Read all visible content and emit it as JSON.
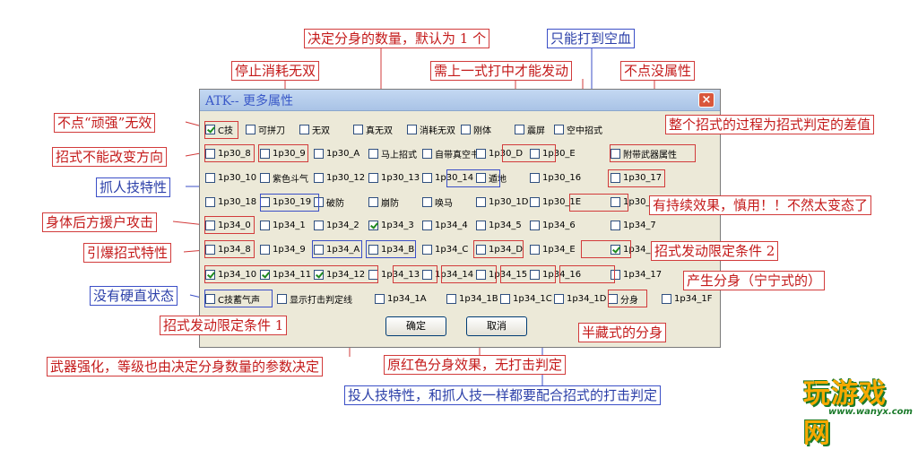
{
  "dialog": {
    "title": "ATK-- 更多属性",
    "close_icon": "×",
    "ok_label": "确定",
    "cancel_label": "取消",
    "rows": [
      [
        {
          "label": "C技",
          "checked": true
        },
        {
          "label": "可拼刀",
          "checked": false
        },
        {
          "label": "无双",
          "checked": false
        },
        {
          "label": "真无双",
          "checked": false
        },
        {
          "label": "消耗无双",
          "checked": false
        },
        {
          "label": "刚体",
          "checked": false
        },
        {
          "label": "震屏",
          "checked": false
        },
        {
          "label": "空中招式",
          "checked": false
        }
      ],
      [
        {
          "label": "1p30_8",
          "checked": false
        },
        {
          "label": "1p30_9",
          "checked": false
        },
        {
          "label": "1p30_A",
          "checked": false
        },
        {
          "label": "马上招式",
          "checked": false
        },
        {
          "label": "自带真空书",
          "checked": false
        },
        {
          "label": "1p30_D",
          "checked": false
        },
        {
          "label": "1p30_E",
          "checked": false
        },
        {
          "label": "附带武器属性",
          "checked": false
        }
      ],
      [
        {
          "label": "1p30_10",
          "checked": false
        },
        {
          "label": "紫色斗气",
          "checked": false
        },
        {
          "label": "1p30_12",
          "checked": false
        },
        {
          "label": "1p30_13",
          "checked": false
        },
        {
          "label": "1p30_14",
          "checked": false
        },
        {
          "label": "遁地",
          "checked": false
        },
        {
          "label": "1p30_16",
          "checked": false
        },
        {
          "label": "1p30_17",
          "checked": false
        }
      ],
      [
        {
          "label": "1p30_18",
          "checked": false
        },
        {
          "label": "1p30_19",
          "checked": false
        },
        {
          "label": "破防",
          "checked": false
        },
        {
          "label": "崩防",
          "checked": false
        },
        {
          "label": "唤马",
          "checked": false
        },
        {
          "label": "1p30_1D",
          "checked": false
        },
        {
          "label": "1p30_1E",
          "checked": false
        },
        {
          "label": "1p30_1F",
          "checked": false
        }
      ],
      [
        {
          "label": "1p34_0",
          "checked": false
        },
        {
          "label": "1p34_1",
          "checked": false
        },
        {
          "label": "1p34_2",
          "checked": false
        },
        {
          "label": "1p34_3",
          "checked": true
        },
        {
          "label": "1p34_4",
          "checked": false
        },
        {
          "label": "1p34_5",
          "checked": false
        },
        {
          "label": "1p34_6",
          "checked": false
        },
        {
          "label": "1p34_7",
          "checked": false
        }
      ],
      [
        {
          "label": "1p34_8",
          "checked": false
        },
        {
          "label": "1p34_9",
          "checked": false
        },
        {
          "label": "1p34_A",
          "checked": false
        },
        {
          "label": "1p34_B",
          "checked": false
        },
        {
          "label": "1p34_C",
          "checked": false
        },
        {
          "label": "1p34_D",
          "checked": false
        },
        {
          "label": "1p34_E",
          "checked": false
        },
        {
          "label": "1p34_F",
          "checked": true
        }
      ],
      [
        {
          "label": "1p34_10",
          "checked": true
        },
        {
          "label": "1p34_11",
          "checked": true
        },
        {
          "label": "1p34_12",
          "checked": true
        },
        {
          "label": "1p34_13",
          "checked": false
        },
        {
          "label": "1p34_14",
          "checked": false
        },
        {
          "label": "1p34_15",
          "checked": false
        },
        {
          "label": "1p34_16",
          "checked": false
        },
        {
          "label": "1p34_17",
          "checked": false
        }
      ],
      [
        {
          "label": "C技蓄气声",
          "checked": false
        },
        {
          "label": "显示打击判定线",
          "checked": false
        },
        {
          "label": "1p34_1A",
          "checked": false
        },
        {
          "label": "1p34_1B",
          "checked": false
        },
        {
          "label": "1p34_1C",
          "checked": false
        },
        {
          "label": "1p34_1D",
          "checked": false
        },
        {
          "label": "分身",
          "checked": false
        },
        {
          "label": "1p34_1F",
          "checked": false
        }
      ]
    ]
  },
  "annotations": [
    {
      "id": "clone-count",
      "text": "决定分身的数量，默认为 1 个",
      "color": "red"
    },
    {
      "id": "air-only",
      "text": "只能打到空血",
      "color": "blue"
    },
    {
      "id": "stop-musou",
      "text": "停止消耗无双",
      "color": "red"
    },
    {
      "id": "need-hit",
      "text": "需上一式打中才能发动",
      "color": "red"
    },
    {
      "id": "no-element",
      "text": "不点没属性",
      "color": "red"
    },
    {
      "id": "no-tough",
      "text": "不点“顽强”无效",
      "color": "red"
    },
    {
      "id": "whole-move",
      "text": "整个招式的过程为招式判定的差值",
      "color": "red"
    },
    {
      "id": "no-turn",
      "text": "招式不能改变方向",
      "color": "red"
    },
    {
      "id": "grab",
      "text": "抓人技特性",
      "color": "blue"
    },
    {
      "id": "lasting",
      "text": "有持续效果，慎用！！不然太变态了",
      "color": "red"
    },
    {
      "id": "rear-assist",
      "text": "身体后方援户攻击",
      "color": "red"
    },
    {
      "id": "trigger-cond-2",
      "text": "招式发动限定条件 2",
      "color": "red"
    },
    {
      "id": "explode",
      "text": "引爆招式特性",
      "color": "red"
    },
    {
      "id": "clone-ning",
      "text": "产生分身（宁宁式的）",
      "color": "red"
    },
    {
      "id": "no-stiff",
      "text": "没有硬直状态",
      "color": "blue"
    },
    {
      "id": "trigger-cond-1",
      "text": "招式发动限定条件 1",
      "color": "red"
    },
    {
      "id": "half-hidden",
      "text": "半藏式的分身",
      "color": "red"
    },
    {
      "id": "weapon-boost",
      "text": "武器强化，等级也由决定分身数量的参数决定",
      "color": "red"
    },
    {
      "id": "red-clone",
      "text": "原红色分身效果，无打击判定",
      "color": "red"
    },
    {
      "id": "throw",
      "text": "投人技特性，和抓人技一样都要配合招式的打击判定",
      "color": "blue"
    }
  ],
  "watermark": {
    "logo": "玩游戏网",
    "url": "www.wanyx.com"
  },
  "colors": {
    "red": "#d23b3b",
    "blue": "#3b4fc7",
    "dialog_bg": "#ece9d8",
    "title": "#3a59c8"
  }
}
